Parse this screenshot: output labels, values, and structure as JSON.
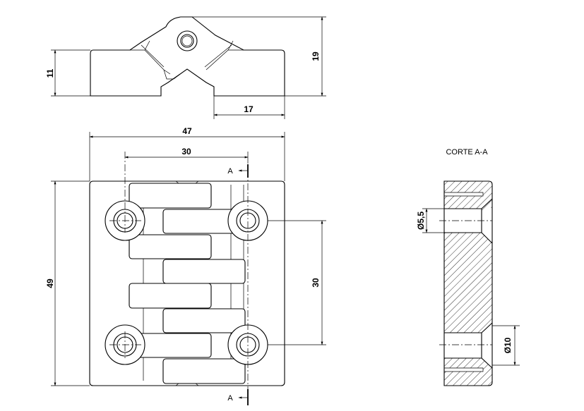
{
  "top_view": {
    "dim_height_left": "11",
    "dim_height_right": "19",
    "dim_width": "17"
  },
  "front_view": {
    "dim_overall_width": "47",
    "dim_hole_spacing_horizontal": "30",
    "dim_overall_height": "49",
    "dim_hole_spacing_vertical": "30",
    "section_marker_top": "A",
    "section_marker_bottom": "A"
  },
  "section_view": {
    "title": "CORTE A-A",
    "dim_bore_diameter": "Ø5,5",
    "dim_counterbore_diameter": "Ø10"
  }
}
